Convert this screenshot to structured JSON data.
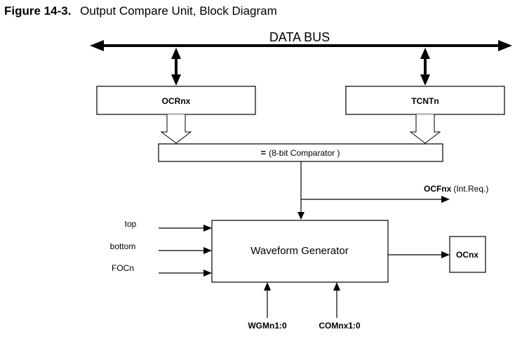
{
  "caption": {
    "figure_label": "Figure 14-3.",
    "title": "Output Compare Unit, Block Diagram"
  },
  "diagram": {
    "data_bus": "DATA BUS",
    "ocr_box": "OCRnx",
    "tcnt_box": "TCNTn",
    "comparator": {
      "symbol": "=",
      "text": "(8-bit Comparator )"
    },
    "ocf_output": {
      "name": "OCFnx",
      "note": "(Int.Req.)"
    },
    "waveform_generator": "Waveform Generator",
    "inputs": {
      "top": "top",
      "bottom": "bottom",
      "focn": "FOCn"
    },
    "output_box": "OCnx",
    "bottom_signals": {
      "wgm": "WGMn1:0",
      "com": "COMnx1:0"
    }
  }
}
